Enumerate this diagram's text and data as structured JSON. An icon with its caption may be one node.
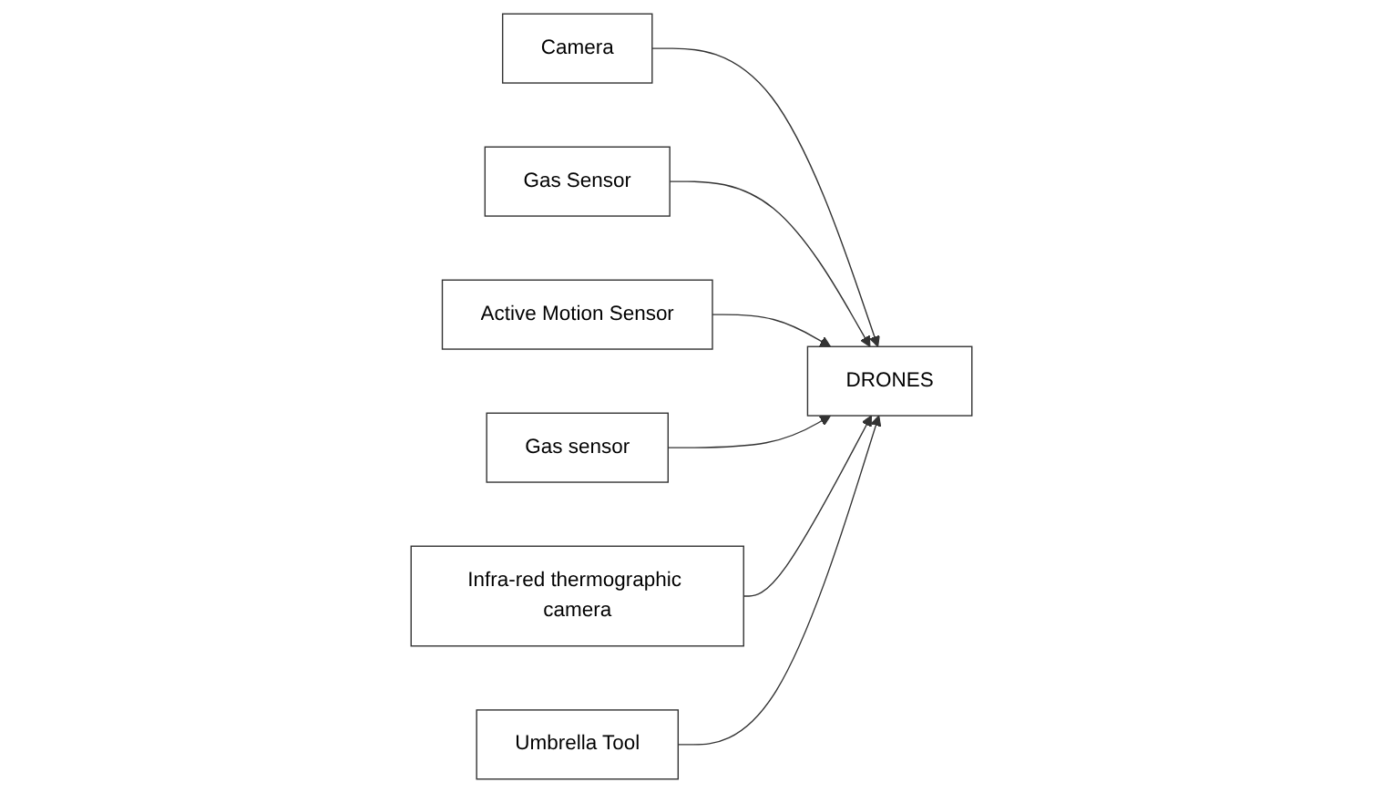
{
  "diagram": {
    "nodes": [
      {
        "text": [
          "Camera"
        ]
      },
      {
        "text": [
          "Gas Sensor"
        ]
      },
      {
        "text": [
          "Active Motion Sensor"
        ]
      },
      {
        "text": [
          "DRONES"
        ]
      },
      {
        "text": [
          "Gas sensor"
        ]
      },
      {
        "text": [
          "Infra-red thermographic camera"
        ]
      },
      {
        "text": [
          "Umbrella Tool"
        ]
      }
    ],
    "edges": [
      {
        "from": 0,
        "to": 3,
        "arrow": "to"
      },
      {
        "from": 1,
        "to": 3,
        "arrow": "to"
      },
      {
        "from": 2,
        "to": 3,
        "arrow": "to"
      },
      {
        "from": 4,
        "to": 3,
        "arrow": "to"
      },
      {
        "from": 5,
        "to": 3,
        "arrow": "to"
      },
      {
        "from": 6,
        "to": 3,
        "arrow": "to"
      }
    ]
  }
}
